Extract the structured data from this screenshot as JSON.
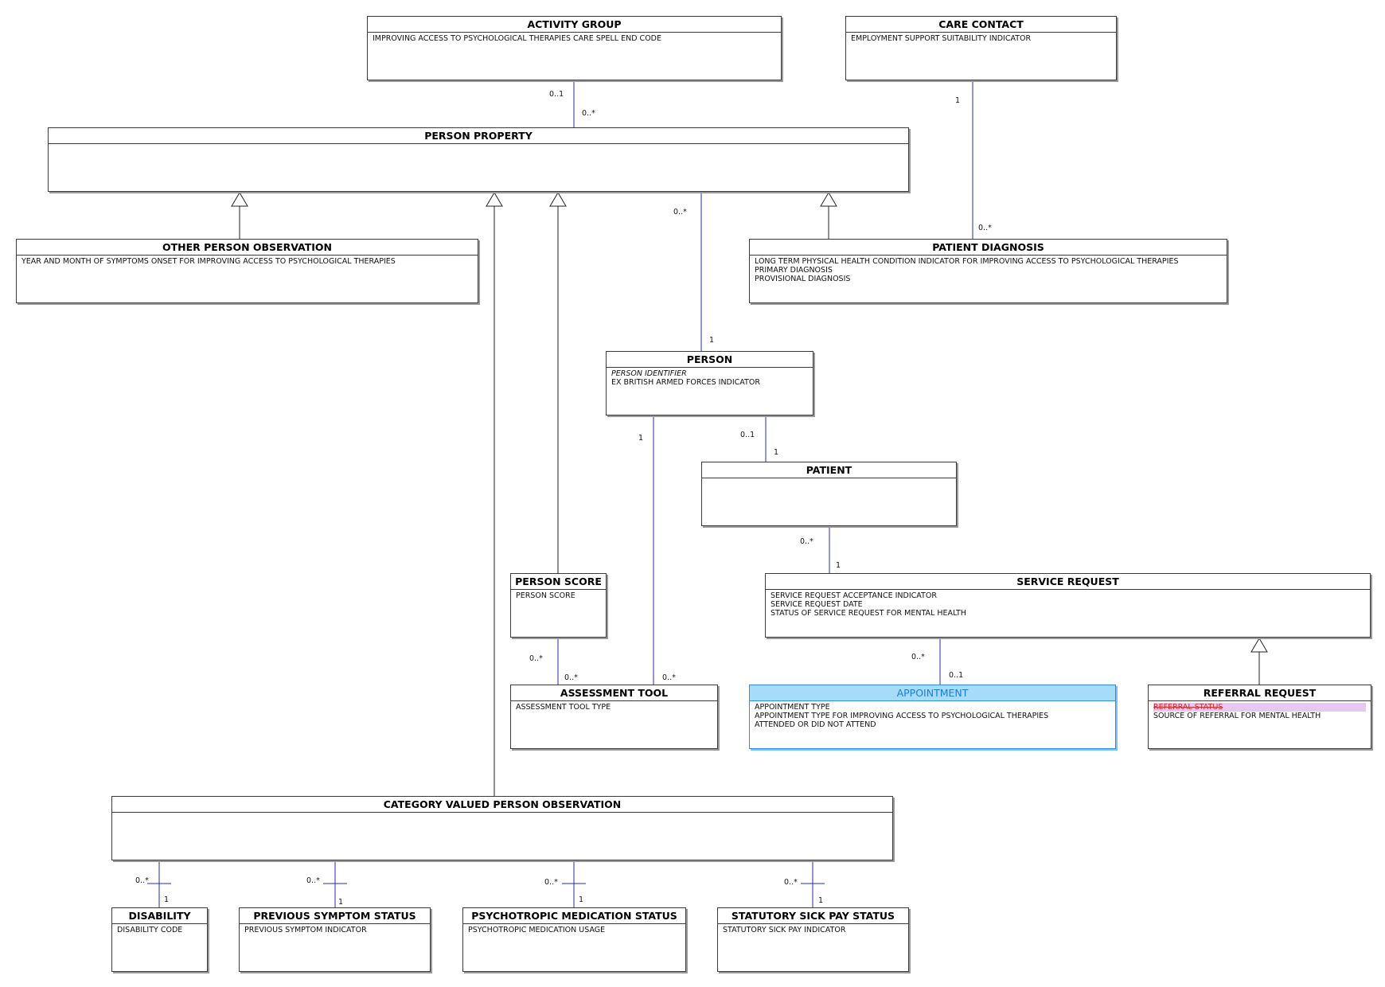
{
  "diagram": {
    "classes": {
      "activity_group": {
        "name": "ACTIVITY GROUP",
        "attributes": [
          {
            "text": "IMPROVING ACCESS TO PSYCHOLOGICAL THERAPIES CARE SPELL END CODE"
          }
        ]
      },
      "care_contact": {
        "name": "CARE CONTACT",
        "attributes": [
          {
            "text": "EMPLOYMENT SUPPORT SUITABILITY INDICATOR"
          }
        ]
      },
      "person_property": {
        "name": "PERSON PROPERTY",
        "attributes": []
      },
      "other_person_observation": {
        "name": "OTHER PERSON OBSERVATION",
        "attributes": [
          {
            "text": "YEAR AND MONTH OF SYMPTOMS ONSET FOR IMPROVING ACCESS TO PSYCHOLOGICAL THERAPIES"
          }
        ]
      },
      "patient_diagnosis": {
        "name": "PATIENT DIAGNOSIS",
        "attributes": [
          {
            "text": "LONG TERM PHYSICAL HEALTH CONDITION INDICATOR FOR IMPROVING ACCESS TO PSYCHOLOGICAL THERAPIES"
          },
          {
            "text": "PRIMARY DIAGNOSIS"
          },
          {
            "text": "PROVISIONAL DIAGNOSIS"
          }
        ]
      },
      "person": {
        "name": "PERSON",
        "attributes": [
          {
            "text": "PERSON IDENTIFIER",
            "style": "italic"
          },
          {
            "text": "EX BRITISH ARMED FORCES INDICATOR"
          }
        ]
      },
      "patient": {
        "name": "PATIENT",
        "attributes": []
      },
      "person_score": {
        "name": "PERSON SCORE",
        "attributes": [
          {
            "text": "PERSON SCORE"
          }
        ]
      },
      "service_request": {
        "name": "SERVICE REQUEST",
        "attributes": [
          {
            "text": "SERVICE REQUEST ACCEPTANCE INDICATOR"
          },
          {
            "text": "SERVICE REQUEST DATE"
          },
          {
            "text": "STATUS OF SERVICE REQUEST FOR MENTAL HEALTH"
          }
        ]
      },
      "assessment_tool": {
        "name": "ASSESSMENT TOOL",
        "attributes": [
          {
            "text": "ASSESSMENT TOOL TYPE"
          }
        ]
      },
      "appointment": {
        "name": "APPOINTMENT",
        "selected": true,
        "attributes": [
          {
            "text": "APPOINTMENT TYPE"
          },
          {
            "text": "APPOINTMENT TYPE FOR IMPROVING ACCESS TO PSYCHOLOGICAL THERAPIES"
          },
          {
            "text": "ATTENDED OR DID NOT ATTEND"
          }
        ]
      },
      "referral_request": {
        "name": "REFERRAL REQUEST",
        "attributes": [
          {
            "text": "REFERRAL STATUS",
            "style": "struck"
          },
          {
            "text": "SOURCE OF REFERRAL FOR MENTAL HEALTH"
          }
        ]
      },
      "category_valued_person_observation": {
        "name": "CATEGORY VALUED PERSON OBSERVATION",
        "attributes": []
      },
      "disability": {
        "name": "DISABILITY",
        "attributes": [
          {
            "text": "DISABILITY CODE"
          }
        ]
      },
      "previous_symptom_status": {
        "name": "PREVIOUS SYMPTOM STATUS",
        "attributes": [
          {
            "text": "PREVIOUS SYMPTOM INDICATOR"
          }
        ]
      },
      "psychotropic_medication_status": {
        "name": "PSYCHOTROPIC MEDICATION STATUS",
        "attributes": [
          {
            "text": "PSYCHOTROPIC MEDICATION USAGE"
          }
        ]
      },
      "statutory_sick_pay_status": {
        "name": "STATUTORY SICK PAY STATUS",
        "attributes": [
          {
            "text": "STATUTORY SICK PAY INDICATOR"
          }
        ]
      }
    },
    "associations": [
      {
        "from": "activity_group",
        "to": "person_property",
        "from_mult": "0..1",
        "to_mult": "0..*"
      },
      {
        "from": "care_contact",
        "to": "patient_diagnosis",
        "from_mult": "1",
        "to_mult": "0..*"
      },
      {
        "from": "person_property",
        "to": "person",
        "from_mult": "0..*",
        "to_mult": "1"
      },
      {
        "from": "person",
        "to": "patient",
        "from_mult": "0..1",
        "to_mult": "1"
      },
      {
        "from": "person",
        "to": "assessment_tool",
        "from_mult": "1",
        "to_mult": "0..*"
      },
      {
        "from": "patient",
        "to": "service_request",
        "from_mult": "0..*",
        "to_mult": "1"
      },
      {
        "from": "person_score",
        "to": "assessment_tool",
        "from_mult": "0..*",
        "to_mult": "0..*"
      },
      {
        "from": "service_request",
        "to": "appointment",
        "from_mult": "0..*",
        "to_mult": "0..1"
      },
      {
        "from": "category_valued_person_observation",
        "to": "disability",
        "from_mult": "0..*",
        "to_mult": "1"
      },
      {
        "from": "category_valued_person_observation",
        "to": "previous_symptom_status",
        "from_mult": "0..*",
        "to_mult": "1"
      },
      {
        "from": "category_valued_person_observation",
        "to": "psychotropic_medication_status",
        "from_mult": "0..*",
        "to_mult": "1"
      },
      {
        "from": "category_valued_person_observation",
        "to": "statutory_sick_pay_status",
        "from_mult": "0..*",
        "to_mult": "1"
      }
    ],
    "generalizations": [
      {
        "child": "other_person_observation",
        "parent": "person_property"
      },
      {
        "child": "category_valued_person_observation",
        "parent": "person_property"
      },
      {
        "child": "person_score",
        "parent": "person_property"
      },
      {
        "child": "patient_diagnosis",
        "parent": "person_property"
      },
      {
        "child": "referral_request",
        "parent": "service_request"
      }
    ],
    "colors": {
      "association_line": "#2a2ab8",
      "generalization_line": "#222222",
      "box_border": "#3a3a3a",
      "selected_header": "#a6dcf8",
      "selected_text": "#1a7de0",
      "struck_text": "#d22a2a",
      "struck_highlight": "#e8c8f2"
    }
  }
}
